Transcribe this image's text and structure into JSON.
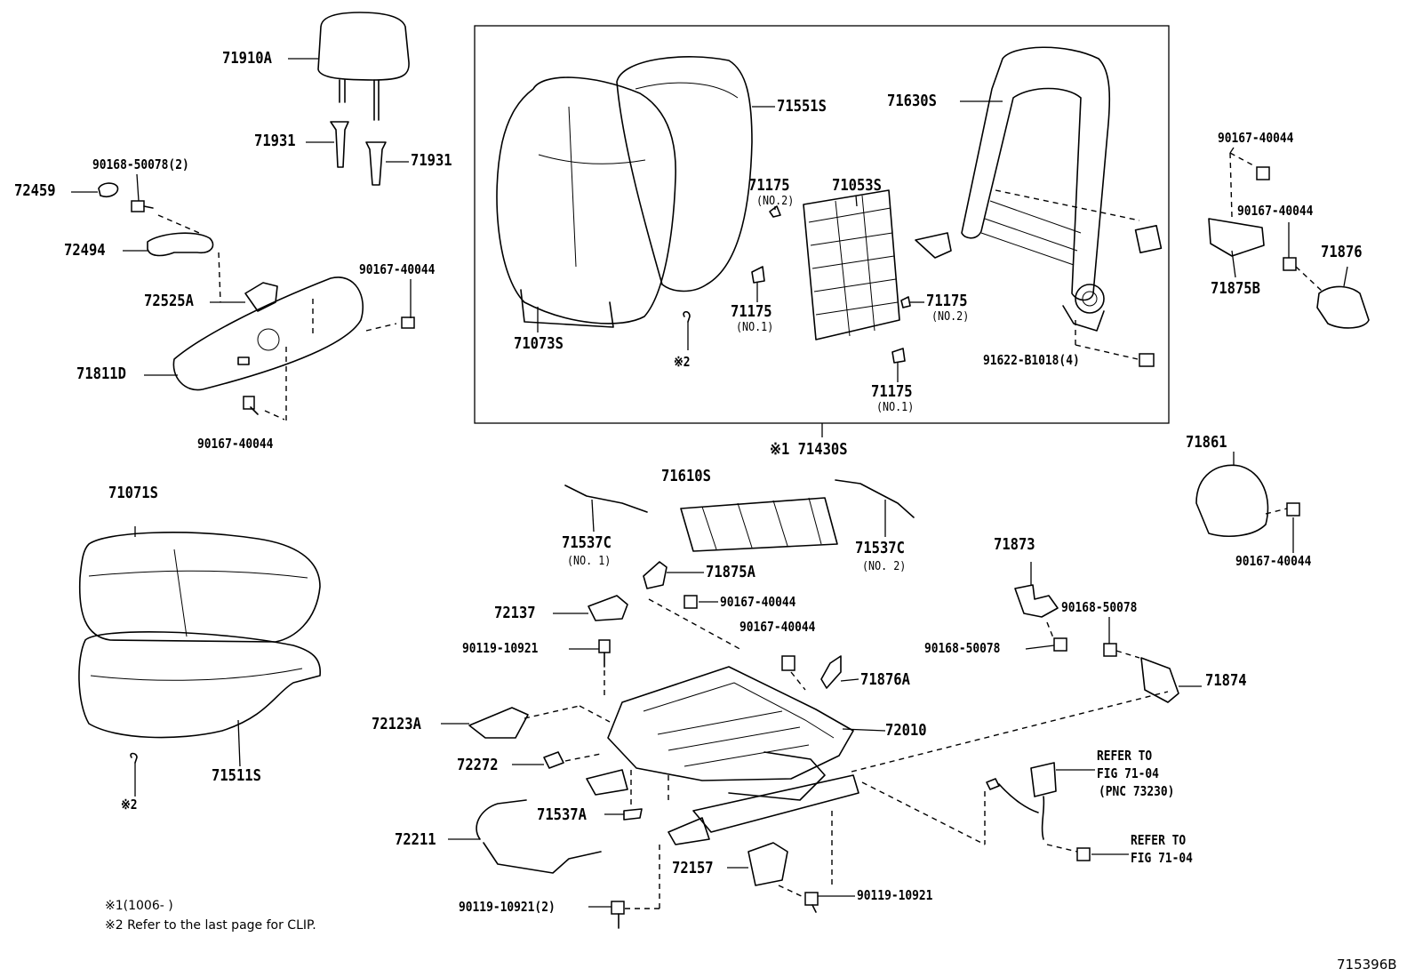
{
  "diagram_id": "715396B",
  "callouts": {
    "c71910A": "71910A",
    "c71931a": "71931",
    "c71931b": "71931",
    "c90168_2": "90168-50078(2)",
    "c72459": "72459",
    "c72494": "72494",
    "c72525A": "72525A",
    "c90167_a": "90167-40044",
    "c71811D": "71811D",
    "c90167_b": "90167-40044",
    "c71551S": "71551S",
    "c71630S": "71630S",
    "c71175_1": "71175",
    "c71175_1n": "(NO.2)",
    "c71053S": "71053S",
    "c71175_2": "71175",
    "c71175_2n": "(NO.1)",
    "c71175_3": "71175",
    "c71175_3n": "(NO.2)",
    "c71175_4": "71175",
    "c71175_4n": "(NO.1)",
    "c71073S": "71073S",
    "c_x2a": "※2",
    "c91622": "91622-B1018(4)",
    "c71430S": "※1 71430S",
    "c90167_c": "90167-40044",
    "c90167_d": "90167-40044",
    "c71876": "71876",
    "c71875B": "71875B",
    "c71861": "71861",
    "c90167_e": "90167-40044",
    "c71071S": "71071S",
    "c71511S": "71511S",
    "c_x2b": "※2",
    "c71610S": "71610S",
    "c71537C_1": "71537C",
    "c71537C_1n": "(NO. 1)",
    "c71537C_2": "71537C",
    "c71537C_2n": "(NO. 2)",
    "c71875A": "71875A",
    "c90167_f": "90167-40044",
    "c72137": "72137",
    "c90119_a": "90119-10921",
    "c90167_g": "90167-40044",
    "c71876A": "71876A",
    "c72010": "72010",
    "c72123A": "72123A",
    "c72272": "72272",
    "c71537A": "71537A",
    "c72211": "72211",
    "c72157": "72157",
    "c90119_b": "90119-10921",
    "c90119_2": "90119-10921(2)",
    "c71873": "71873",
    "c90168_a": "90168-50078",
    "c90168_b": "90168-50078",
    "c71874": "71874",
    "ref1_a": "REFER TO",
    "ref1_b": "FIG 71-04",
    "ref1_c": "(PNC 73230)",
    "ref2_a": "REFER TO",
    "ref2_b": "FIG 71-04"
  },
  "notes": {
    "n1": "※1(1006-      )",
    "n2": "※2 Refer to the last page for CLIP."
  }
}
